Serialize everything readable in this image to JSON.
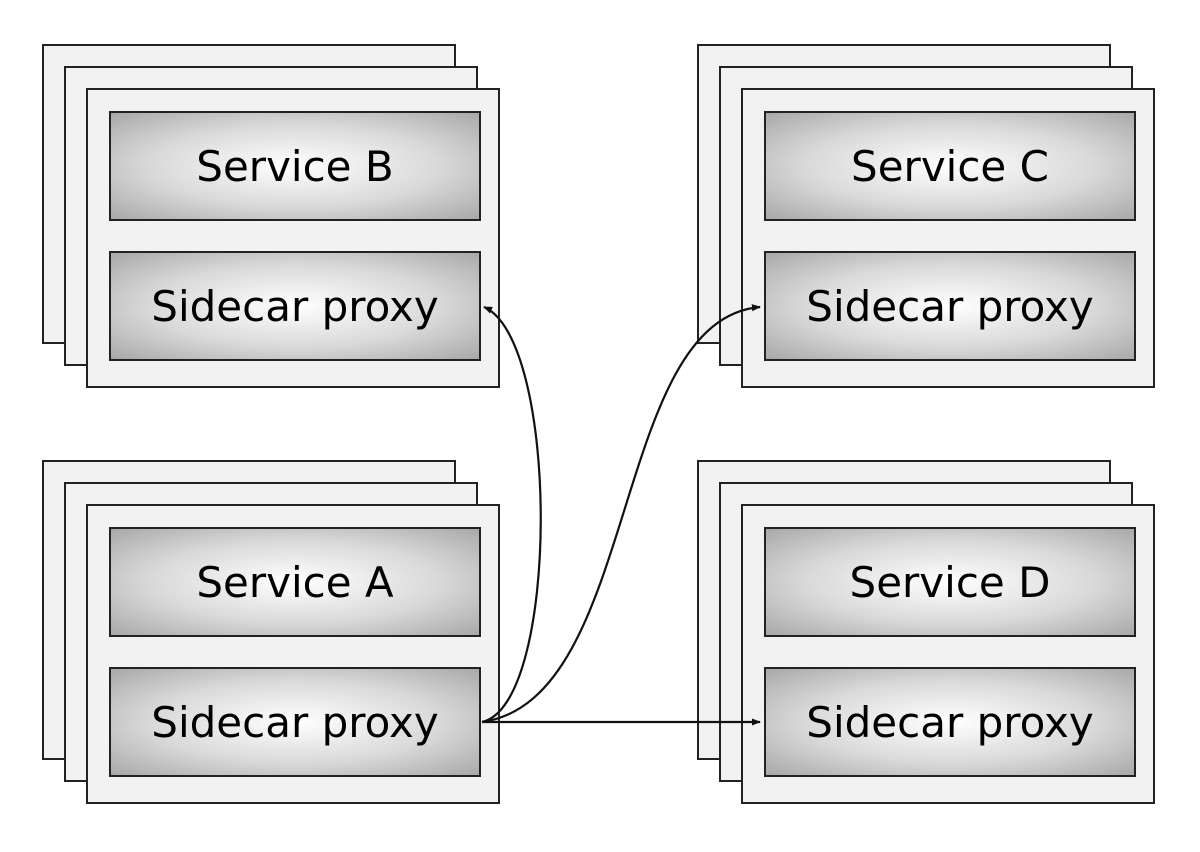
{
  "services": {
    "b": {
      "service_label": "Service B",
      "proxy_label": "Sidecar proxy"
    },
    "c": {
      "service_label": "Service C",
      "proxy_label": "Sidecar proxy"
    },
    "a": {
      "service_label": "Service A",
      "proxy_label": "Sidecar proxy"
    },
    "d": {
      "service_label": "Service D",
      "proxy_label": "Sidecar proxy"
    }
  },
  "connections": [
    {
      "from": "a",
      "to": "b"
    },
    {
      "from": "a",
      "to": "c"
    },
    {
      "from": "a",
      "to": "d"
    }
  ]
}
